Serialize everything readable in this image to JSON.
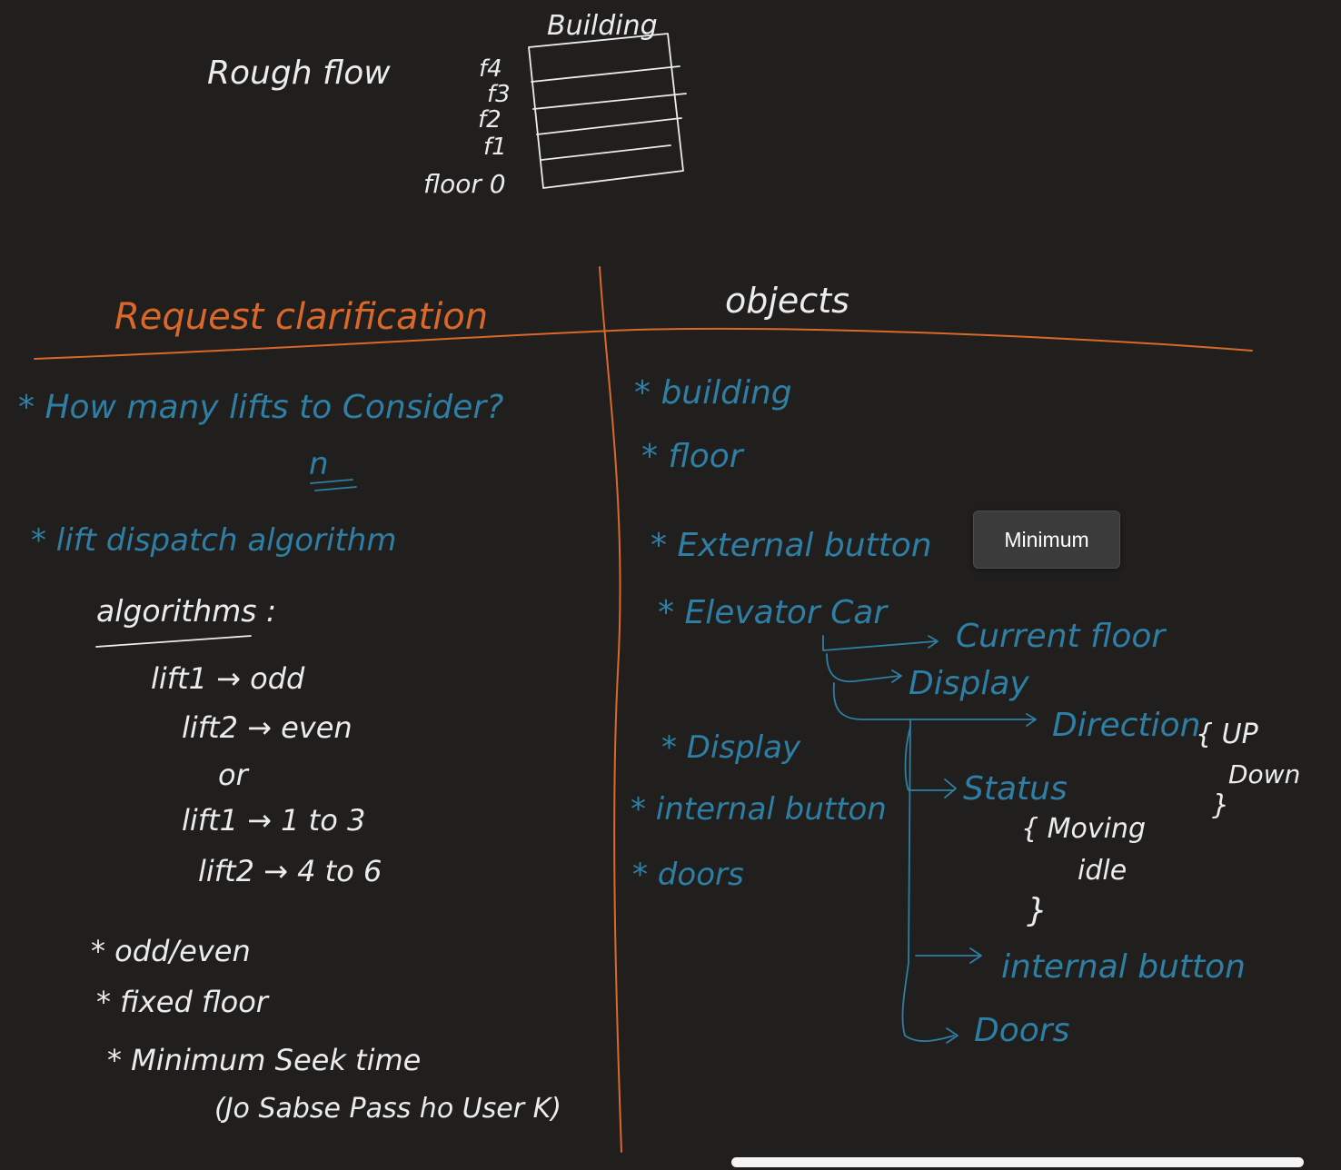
{
  "colors": {
    "background": "#201f1e",
    "ink_white": "#ececec",
    "ink_orange": "#d9682a",
    "ink_blue": "#2f7ea4",
    "tooltip_bg": "#3b3b3b"
  },
  "header": {
    "rough_flow": "Rough flow",
    "building_title": "Building",
    "floors": [
      "f4",
      "f3",
      "f2",
      "f1",
      "floor 0"
    ]
  },
  "left": {
    "heading": "Request clarification",
    "q1": "* How many lifts to Consider?",
    "q1_answer": "n",
    "q2": "* lift dispatch algorithm",
    "algorithms_label": "algorithms :",
    "algo_lines": [
      "lift1 → odd",
      "lift2 → even",
      "or",
      "lift1 → 1 to 3",
      "lift2 → 4 to 6"
    ],
    "options": [
      "* odd/even",
      "* fixed floor",
      "* Minimum Seek time",
      "(Jo Sabse Pass ho User K)"
    ]
  },
  "right": {
    "heading": "objects",
    "items": [
      "* building",
      "* floor",
      "* External button",
      "* Elevator Car",
      "* Display",
      "* internal button",
      "* doors"
    ],
    "car_parts": {
      "current_floor": "Current floor",
      "display": "Display",
      "direction": "Direction",
      "direction_values": [
        "{ UP",
        "Down",
        "}"
      ],
      "status": "Status",
      "status_values": [
        "{ Moving",
        "idle",
        "}"
      ],
      "internal_button": "internal button",
      "doors": "Doors"
    }
  },
  "tooltip": {
    "label": "Minimum"
  }
}
